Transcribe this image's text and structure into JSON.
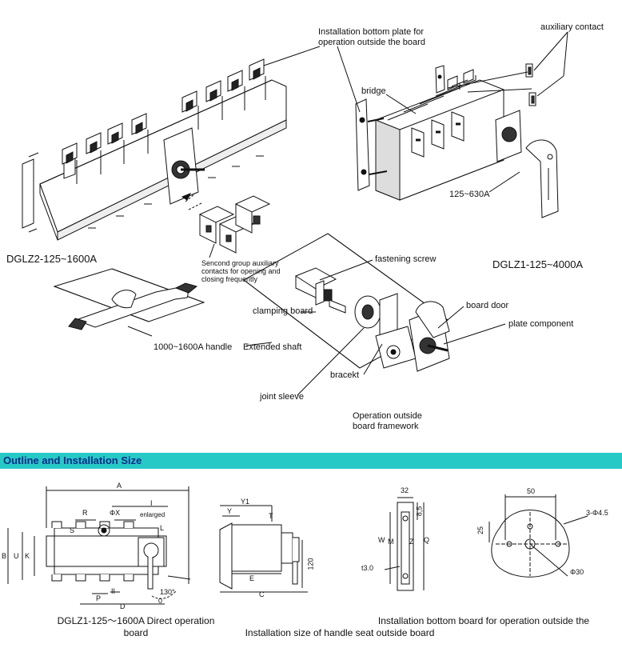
{
  "labels": {
    "install_plate": "Installation bottom plate for operation outside the board",
    "install_plate_l1": "Installation bottom plate for",
    "install_plate_l2": "operation outside the board",
    "auxiliary_contact": "auxiliary contact",
    "bridge": "bridge",
    "range_630": "125~630A",
    "dglz2": "DGLZ2-125~1600A",
    "dglz1": "DGLZ1-125~4000A",
    "second_group_l1": "Sencond group auxiliary",
    "second_group_l2": "contacts for opening and",
    "second_group_l3": "closing frequently",
    "fastening_screw": "fastening screw",
    "clamping_board": "clamping board",
    "board_door": "board door",
    "plate_component": "plate component",
    "handle_1600": "1000~1600A handle",
    "extended_shaft": "Extended shaft",
    "bracket": "bracekt",
    "joint_sleeve": "joint sleeve",
    "operation_framework_l1": "Operation outside",
    "operation_framework_l2": "board framework"
  },
  "section": {
    "title": "Outline and Installation Size"
  },
  "dims": {
    "A": "A",
    "R": "R",
    "phiX": "ΦX",
    "I": "I",
    "enlarged": "enlarged",
    "S": "S",
    "L": "L",
    "B": "B",
    "U": "U",
    "K": "K",
    "P": "P",
    "II": "II",
    "D": "D",
    "O": "0",
    "deg130": "130°",
    "Y1": "Y1",
    "Y": "Y",
    "T": "T",
    "E": "E",
    "C": "C",
    "d120": "120",
    "d32": "32",
    "d85": "8,5",
    "W": "W",
    "M": "M",
    "Z": "Z",
    "Q": "Q",
    "t30": "t3.0",
    "d50": "50",
    "d25": "25",
    "phi45": "3-Φ4.5",
    "phi30": "Φ30"
  },
  "captions": {
    "direct_l1": "DGLZ1-125～1600A Direct operation",
    "direct_l2": "board",
    "install_bottom": "Installation bottom board for operation outside the",
    "install_handle": "Installation size of handle seat outside board"
  }
}
